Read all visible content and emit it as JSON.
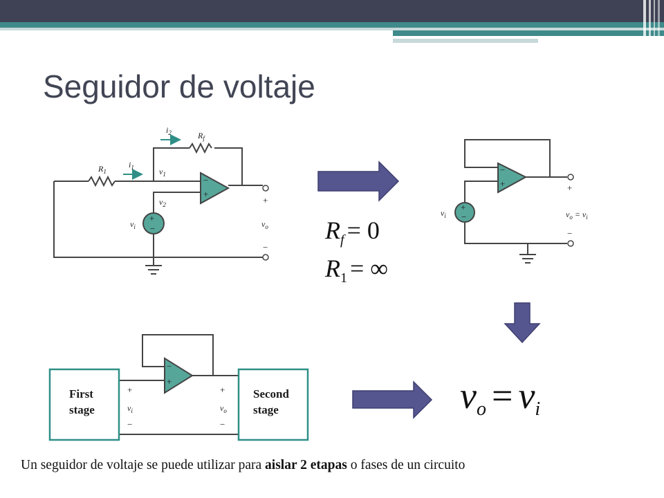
{
  "slide": {
    "title": "Seguidor de voltaje",
    "caption_pre": "Un seguidor de voltaje se puede utilizar para ",
    "caption_bold": "aislar 2 etapas",
    "caption_post": " o fases de un circuito"
  },
  "circuit1": {
    "r1": "R",
    "r1_sub": "1",
    "rf": "R",
    "rf_sub": "f",
    "i1": "i",
    "i1_sub": "1",
    "i2": "i",
    "i2_sub": "2",
    "v1": "v",
    "v1_sub": "1",
    "v2": "v",
    "v2_sub": "2",
    "vi": "v",
    "vi_sub": "i",
    "vo": "v",
    "vo_sub": "o",
    "plus": "+",
    "minus": "−"
  },
  "equations": {
    "rf_eq_var": "R",
    "rf_eq_sub": "f",
    "rf_eq_rhs": "= 0",
    "r1_eq_var": "R",
    "r1_eq_sub": "1",
    "r1_eq_rhs": "= ∞",
    "result_lhs": "v",
    "result_lhs_sub": "o",
    "result_eq": "=",
    "result_rhs": "v",
    "result_rhs_sub": "i"
  },
  "circuit2": {
    "vi": "v",
    "vi_sub": "i",
    "vo_label": "v",
    "vo_sub": "o",
    "vo_eq": " = v",
    "vo_eq_sub": "i"
  },
  "circuit3": {
    "first_stage_line1": "First",
    "first_stage_line2": "stage",
    "second_stage_line1": "Second",
    "second_stage_line2": "stage",
    "vi": "v",
    "vi_sub": "i",
    "vo": "v",
    "vo_sub": "o"
  },
  "colors": {
    "header_dark": "#3f4254",
    "header_teal": "#3f8a8a",
    "header_light": "#c8d9da",
    "arrow_fill": "#55568f",
    "opamp_fill": "#56a69a",
    "box_stroke": "#2f8f87"
  }
}
